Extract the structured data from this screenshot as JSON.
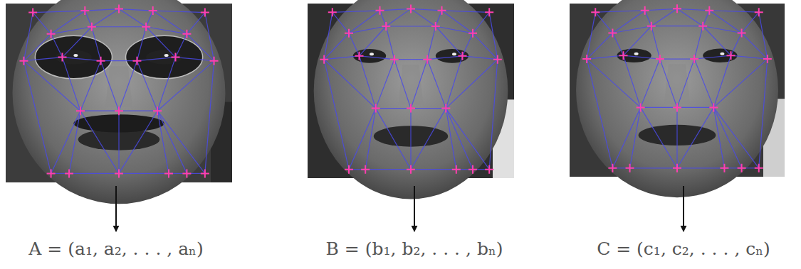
{
  "diagram": {
    "labels": [
      "A = (a₁, a₂, . . . , aₙ)",
      "B = (b₁, b₂, . . . , bₙ)",
      "C = (c₁, c₂, . . . , cₙ)"
    ]
  }
}
